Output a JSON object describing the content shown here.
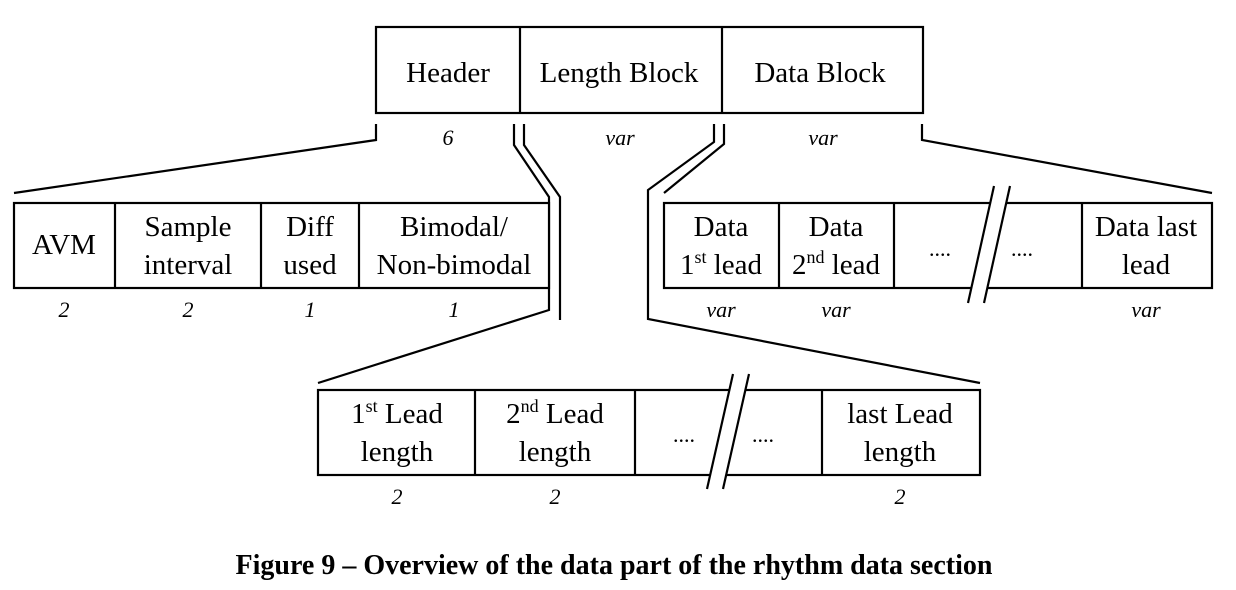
{
  "top": {
    "header": {
      "label": "Header",
      "size": "6"
    },
    "length_block": {
      "label": "Length Block",
      "size": "var"
    },
    "data_block": {
      "label": "Data Block",
      "size": "var"
    }
  },
  "left": {
    "avm": {
      "label": "AVM",
      "size": "2"
    },
    "sample_interval": {
      "line1": "Sample",
      "line2": "interval",
      "size": "2"
    },
    "diff_used": {
      "line1": "Diff",
      "line2": "used",
      "size": "1"
    },
    "bimodal": {
      "line1": "Bimodal/",
      "line2": "Non-bimodal",
      "size": "1"
    }
  },
  "right": {
    "data_1st": {
      "line1": "Data",
      "num": "1",
      "sup": "st",
      "word": "lead",
      "size": "var"
    },
    "data_2nd": {
      "line1": "Data",
      "num": "2",
      "sup": "nd",
      "word": "lead",
      "size": "var"
    },
    "dots_a": "....",
    "dots_b": "....",
    "data_last": {
      "line1": "Data last",
      "line2": "lead",
      "size": "var"
    }
  },
  "bottom": {
    "lead_1st": {
      "num": "1",
      "sup": "st",
      "word": "Lead",
      "line2": "length",
      "size": "2"
    },
    "lead_2nd": {
      "num": "2",
      "sup": "nd",
      "word": "Lead",
      "line2": "length",
      "size": "2"
    },
    "dots_a": "....",
    "dots_b": "....",
    "lead_last": {
      "line1": "last Lead",
      "line2": "length",
      "size": "2"
    }
  },
  "caption": "Figure 9 – Overview of the data part of the rhythm data section"
}
